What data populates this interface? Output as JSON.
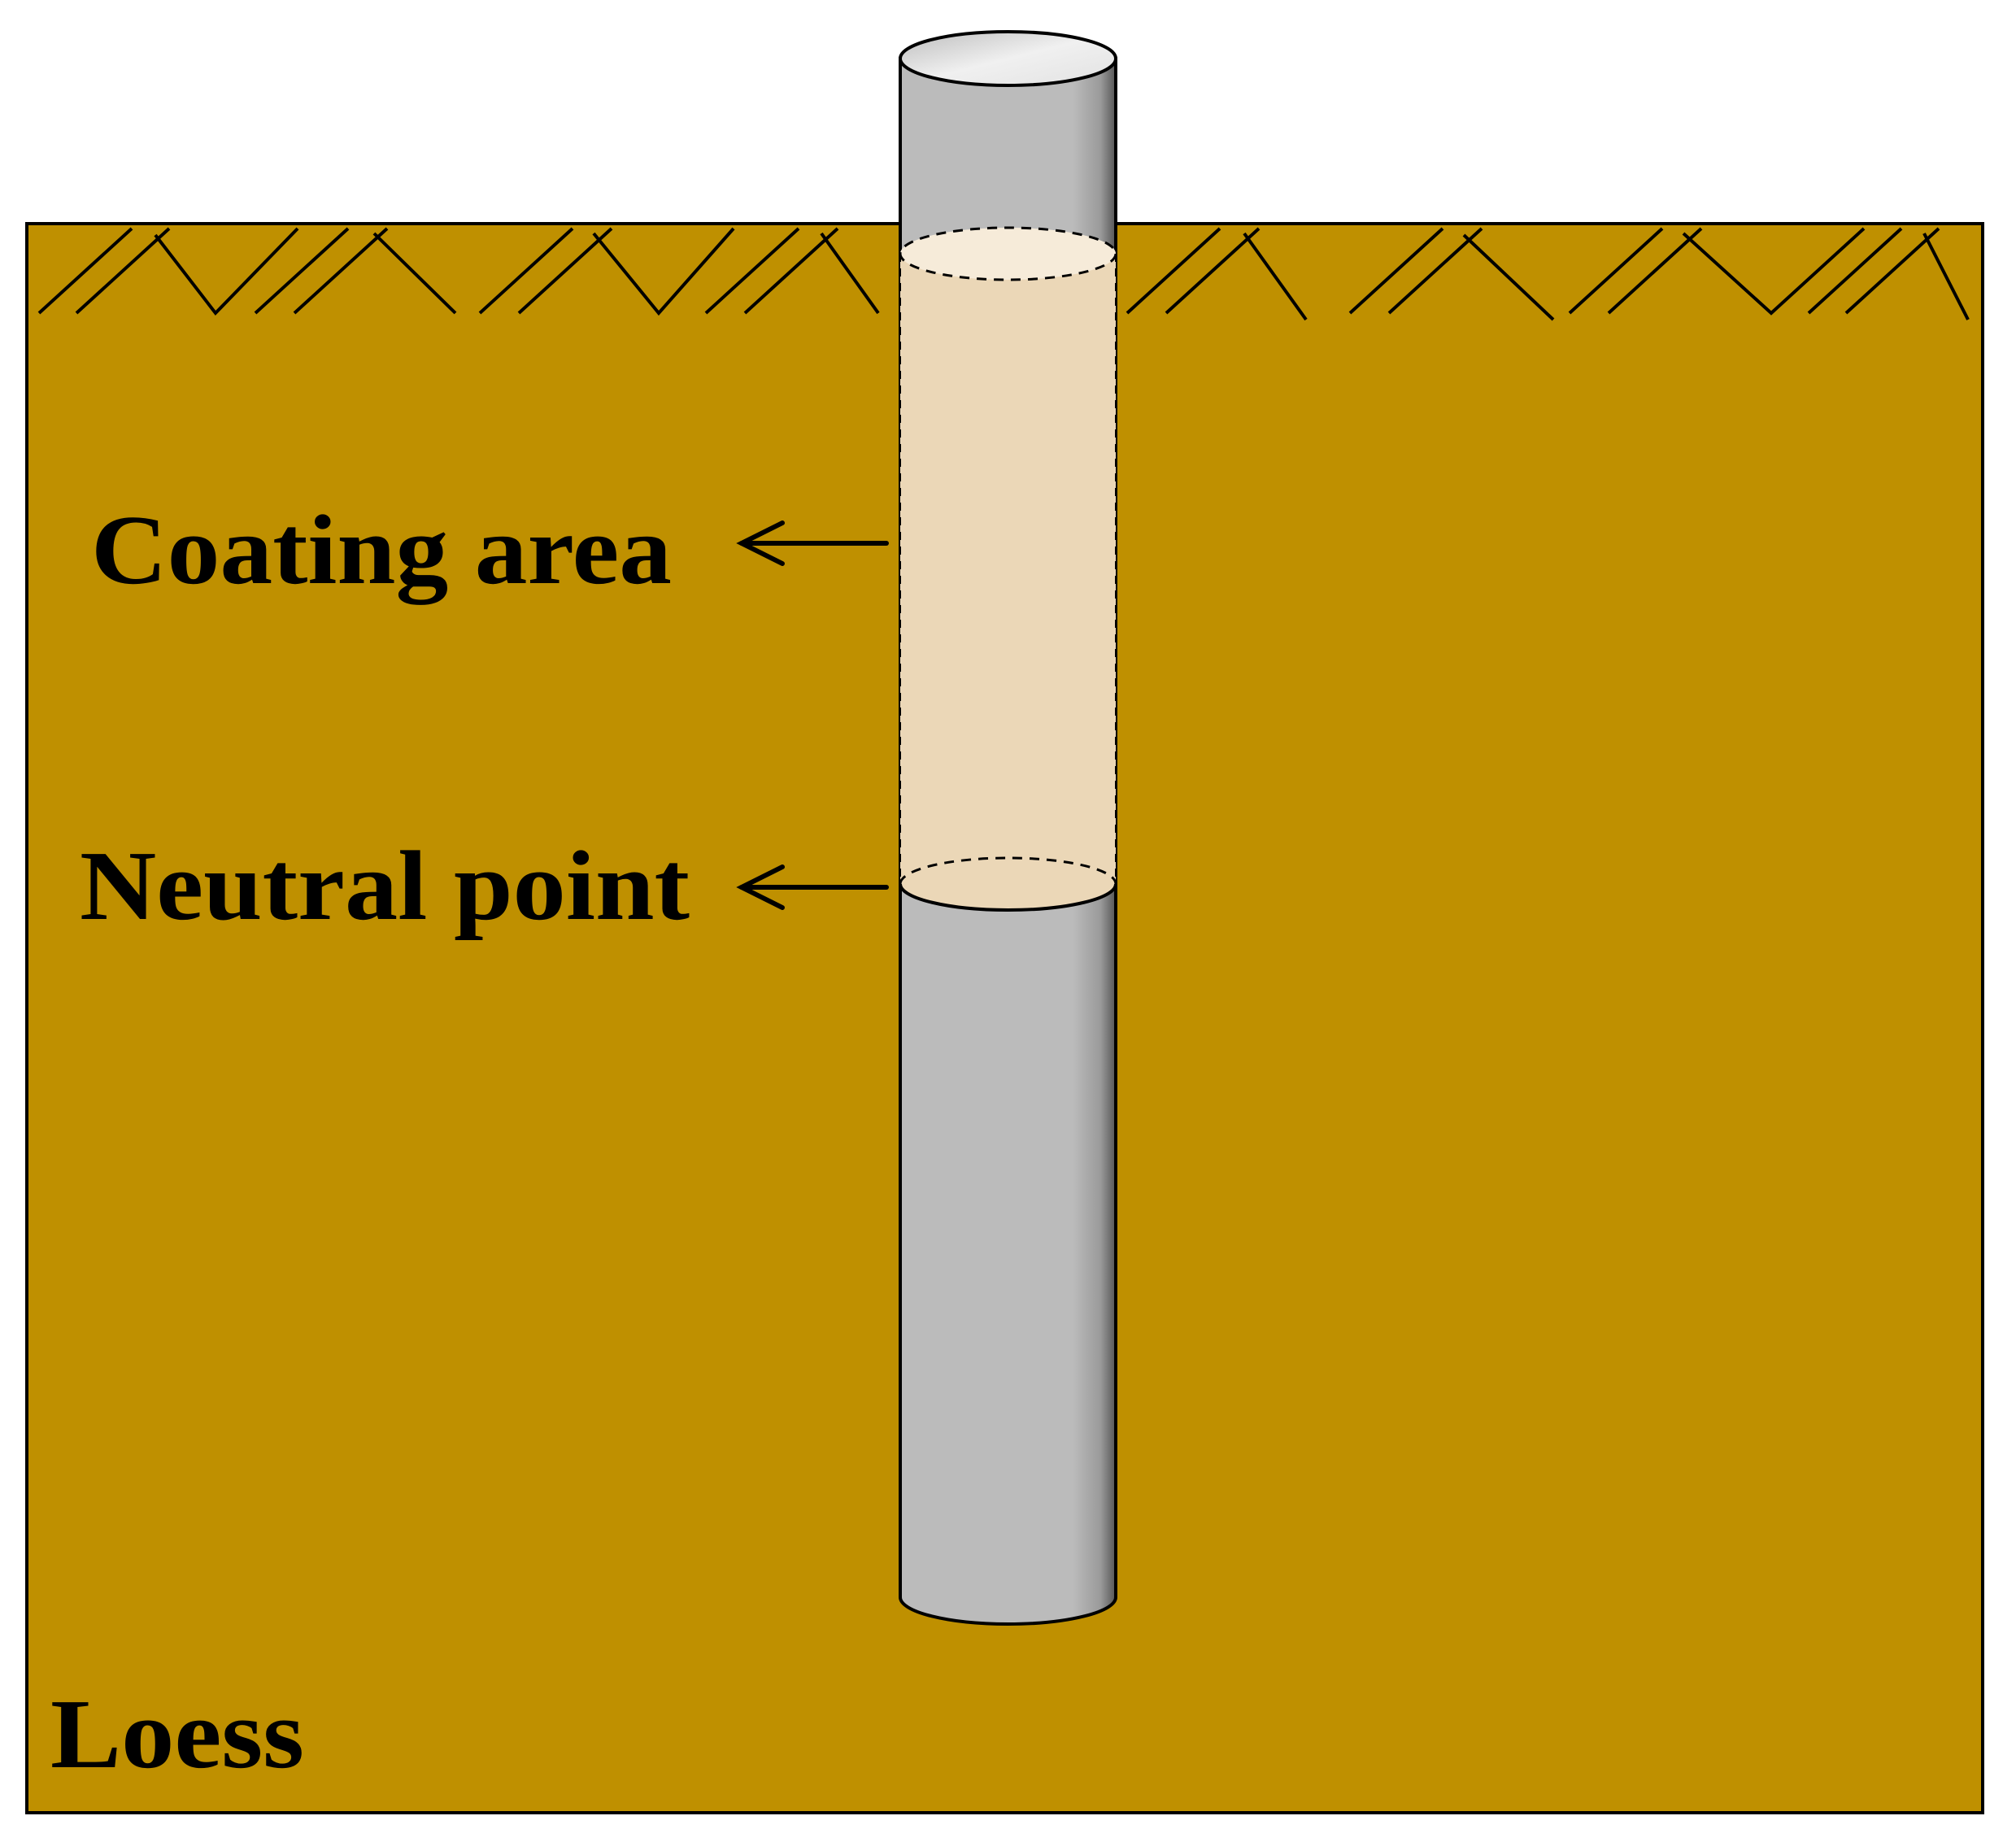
{
  "labels": {
    "coating_area": "Coating area",
    "neutral_point": "Neutral point",
    "soil": "Loess"
  },
  "colors": {
    "soil": "#BF9000",
    "pile": "#BBBBBB",
    "coating": "#EBD7B7",
    "outline": "#000000",
    "background": "#FFFFFF"
  },
  "icons": [
    "ground-surface-hatching",
    "arrow-left-icon"
  ]
}
